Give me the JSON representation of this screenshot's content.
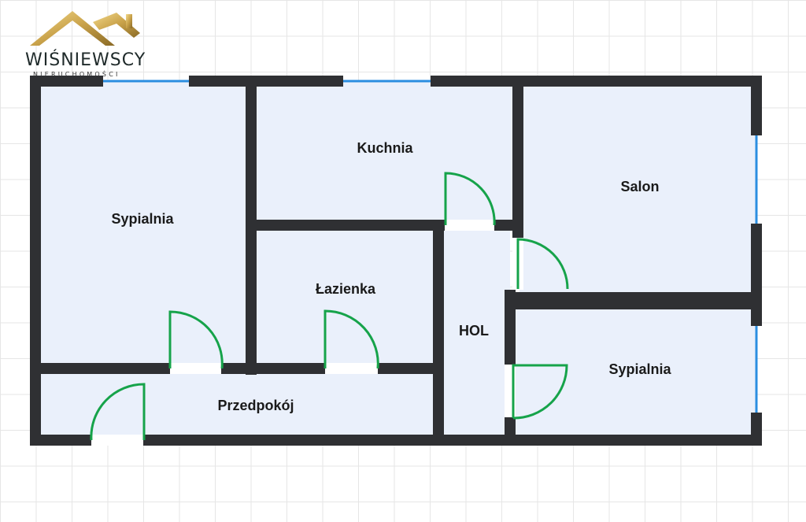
{
  "logo": {
    "brand": "WIŚNIEWSCY",
    "subtitle": "NIERUCHOMOŚCI",
    "icon": "house-roof-icon"
  },
  "rooms": {
    "sypialnia_left": "Sypialnia",
    "kuchnia": "Kuchnia",
    "salon": "Salon",
    "lazienka": "Łazienka",
    "hol": "HOL",
    "sypialnia_right": "Sypialnia",
    "przedpokoj": "Przedpokój"
  },
  "colors": {
    "wall": "#2f3033",
    "floor": "#eaf0fb",
    "window": "#2b8ee0",
    "door": "#16a34a",
    "logo_gold": "#c9a24a"
  }
}
